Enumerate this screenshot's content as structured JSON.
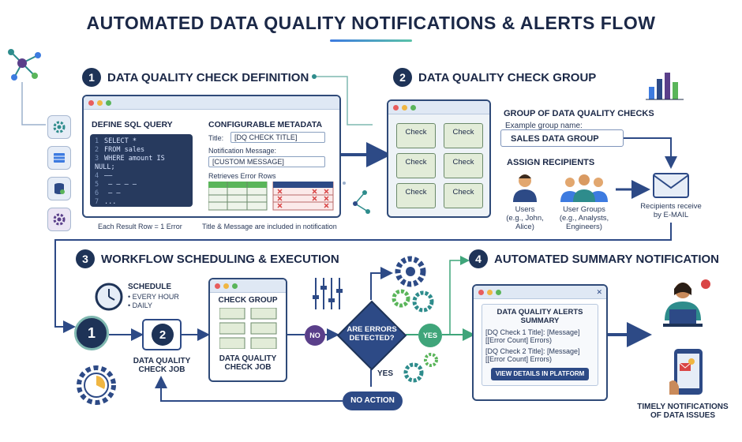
{
  "title": "AUTOMATED DATA QUALITY NOTIFICATIONS & ALERTS FLOW",
  "step1": {
    "num": "1",
    "label": "DATA QUALITY CHECK DEFINITION",
    "sql_heading": "DEFINE SQL QUERY",
    "code": [
      {
        "n": "1",
        "t": "SELECT *"
      },
      {
        "n": "2",
        "t": "FROM sales"
      },
      {
        "n": "3",
        "t": "WHERE amount IS NULL;"
      },
      {
        "n": "4",
        "t": "——"
      },
      {
        "n": "5",
        "t": "  — — — —"
      },
      {
        "n": "6",
        "t": "   — —"
      },
      {
        "n": "7",
        "t": "..."
      }
    ],
    "meta_heading": "CONFIGURABLE METADATA",
    "title_label": "Title:",
    "title_value": "[DQ CHECK TITLE]",
    "message_label": "Notification Message:",
    "message_value": "[CUSTOM MESSAGE]",
    "rows_label": "Retrieves Error Rows",
    "caption_left": "Each Result Row = 1 Error",
    "caption_right": "Title & Message are included in notification"
  },
  "step2": {
    "num": "2",
    "label": "DATA QUALITY CHECK GROUP",
    "card_label": "Check",
    "group_heading": "GROUP OF DATA QUALITY CHECKS",
    "example_label": "Example group name:",
    "group_name": "SALES DATA GROUP",
    "assign_heading": "ASSIGN RECIPIENTS",
    "users_label": "Users\n(e.g., John,\nAlice)",
    "groups_label": "User Groups\n(e.g., Analysts,\nEngineers)",
    "email_label": "Recipients receive\nby E-MAIL"
  },
  "step3": {
    "num": "3",
    "label": "WORKFLOW SCHEDULING & EXECUTION",
    "schedule_heading": "SCHEDULE",
    "schedule_items": [
      "• EVERY HOUR",
      "• DAILY"
    ],
    "node1": "1",
    "node2": "2",
    "job_label": "DATA QUALITY\nCHECK JOB",
    "group_win_heading": "CHECK GROUP",
    "group_win_caption": "DATA QUALITY\nCHECK JOB",
    "no_label": "NO",
    "decision_label": "ARE ERRORS\nDETECTED?",
    "yes_right": "YES",
    "yes_down": "YES",
    "no_action": "NO ACTION"
  },
  "step4": {
    "num": "4",
    "label": "AUTOMATED SUMMARY NOTIFICATION",
    "summary_heading": "DATA QUALITY ALERTS\nSUMMARY",
    "entry1": "[DQ Check 1 Title]: [Message]\n[[Error Count] Errors)",
    "entry2": "[DQ Check 2 Title]: [Message]\n[[Error Count] Errors)",
    "button": "VIEW DETAILS IN PLATFORM",
    "timely": "TIMELY NOTIFICATIONS\nOF DATA ISSUES"
  },
  "colors": {
    "navy": "#1e3357",
    "accent_blue": "#2d4a86",
    "teal": "#2e8c8c",
    "green": "#5ab55a",
    "purple": "#5a3f8a"
  }
}
